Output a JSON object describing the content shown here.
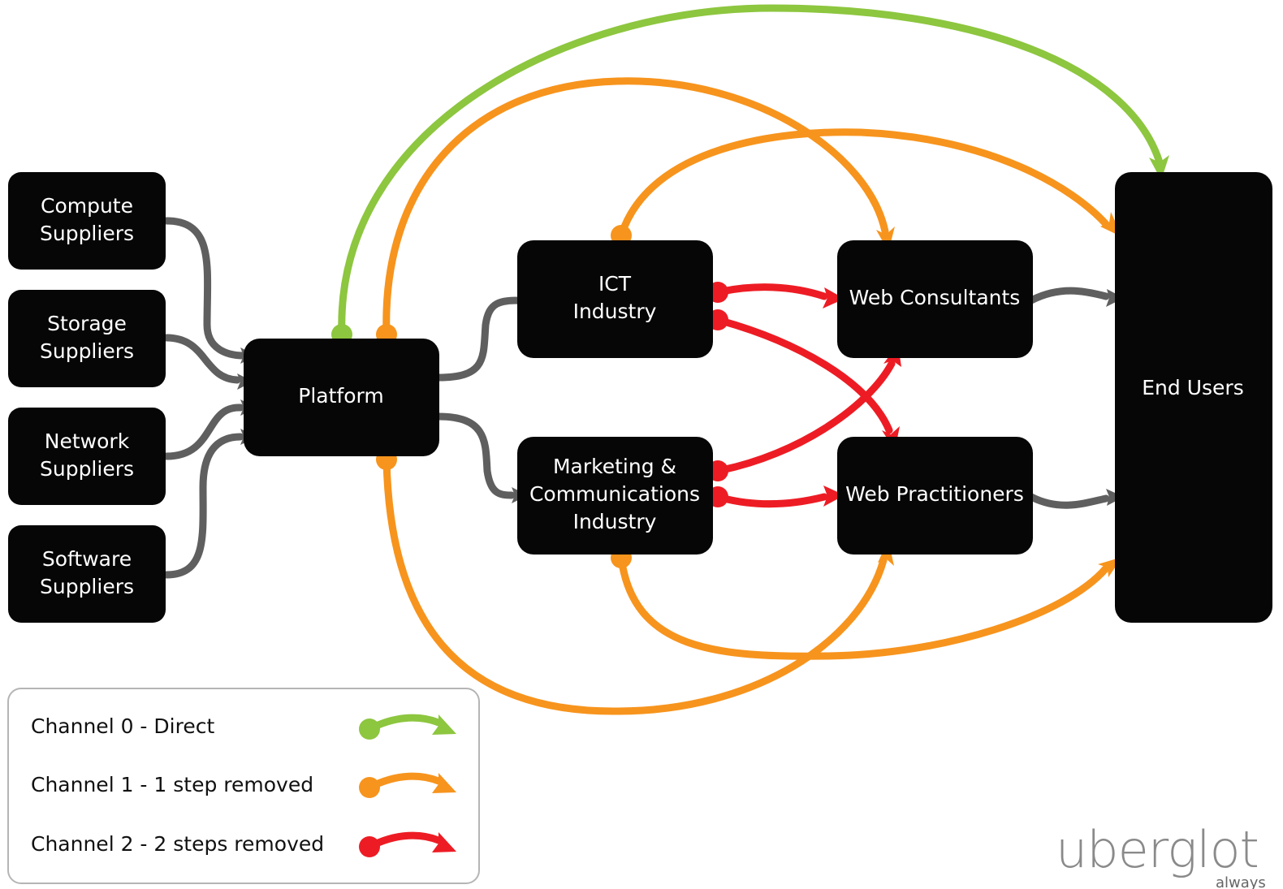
{
  "colors": {
    "node": "#060606",
    "gray": "#5f5f5f",
    "green": "#8dc63f",
    "orange": "#f7941d",
    "red": "#ed1c24"
  },
  "nodes": {
    "compute": [
      "Compute",
      "Suppliers"
    ],
    "storage": [
      "Storage",
      "Suppliers"
    ],
    "network": [
      "Network",
      "Suppliers"
    ],
    "software": [
      "Software",
      "Suppliers"
    ],
    "platform": [
      "Platform"
    ],
    "ict": [
      "ICT",
      "Industry"
    ],
    "marketing": [
      "Marketing &",
      "Communications",
      "Industry"
    ],
    "web_consultants": [
      "Web Consultants"
    ],
    "web_practitioners": [
      "Web Practitioners"
    ],
    "end_users": [
      "End Users"
    ]
  },
  "legend": [
    {
      "label": "Channel 0 - Direct",
      "color_key": "green"
    },
    {
      "label": "Channel 1 - 1 step removed",
      "color_key": "orange"
    },
    {
      "label": "Channel 2 - 2 steps removed",
      "color_key": "red"
    }
  ],
  "logo": {
    "text": "uberglot",
    "tagline": "always"
  }
}
